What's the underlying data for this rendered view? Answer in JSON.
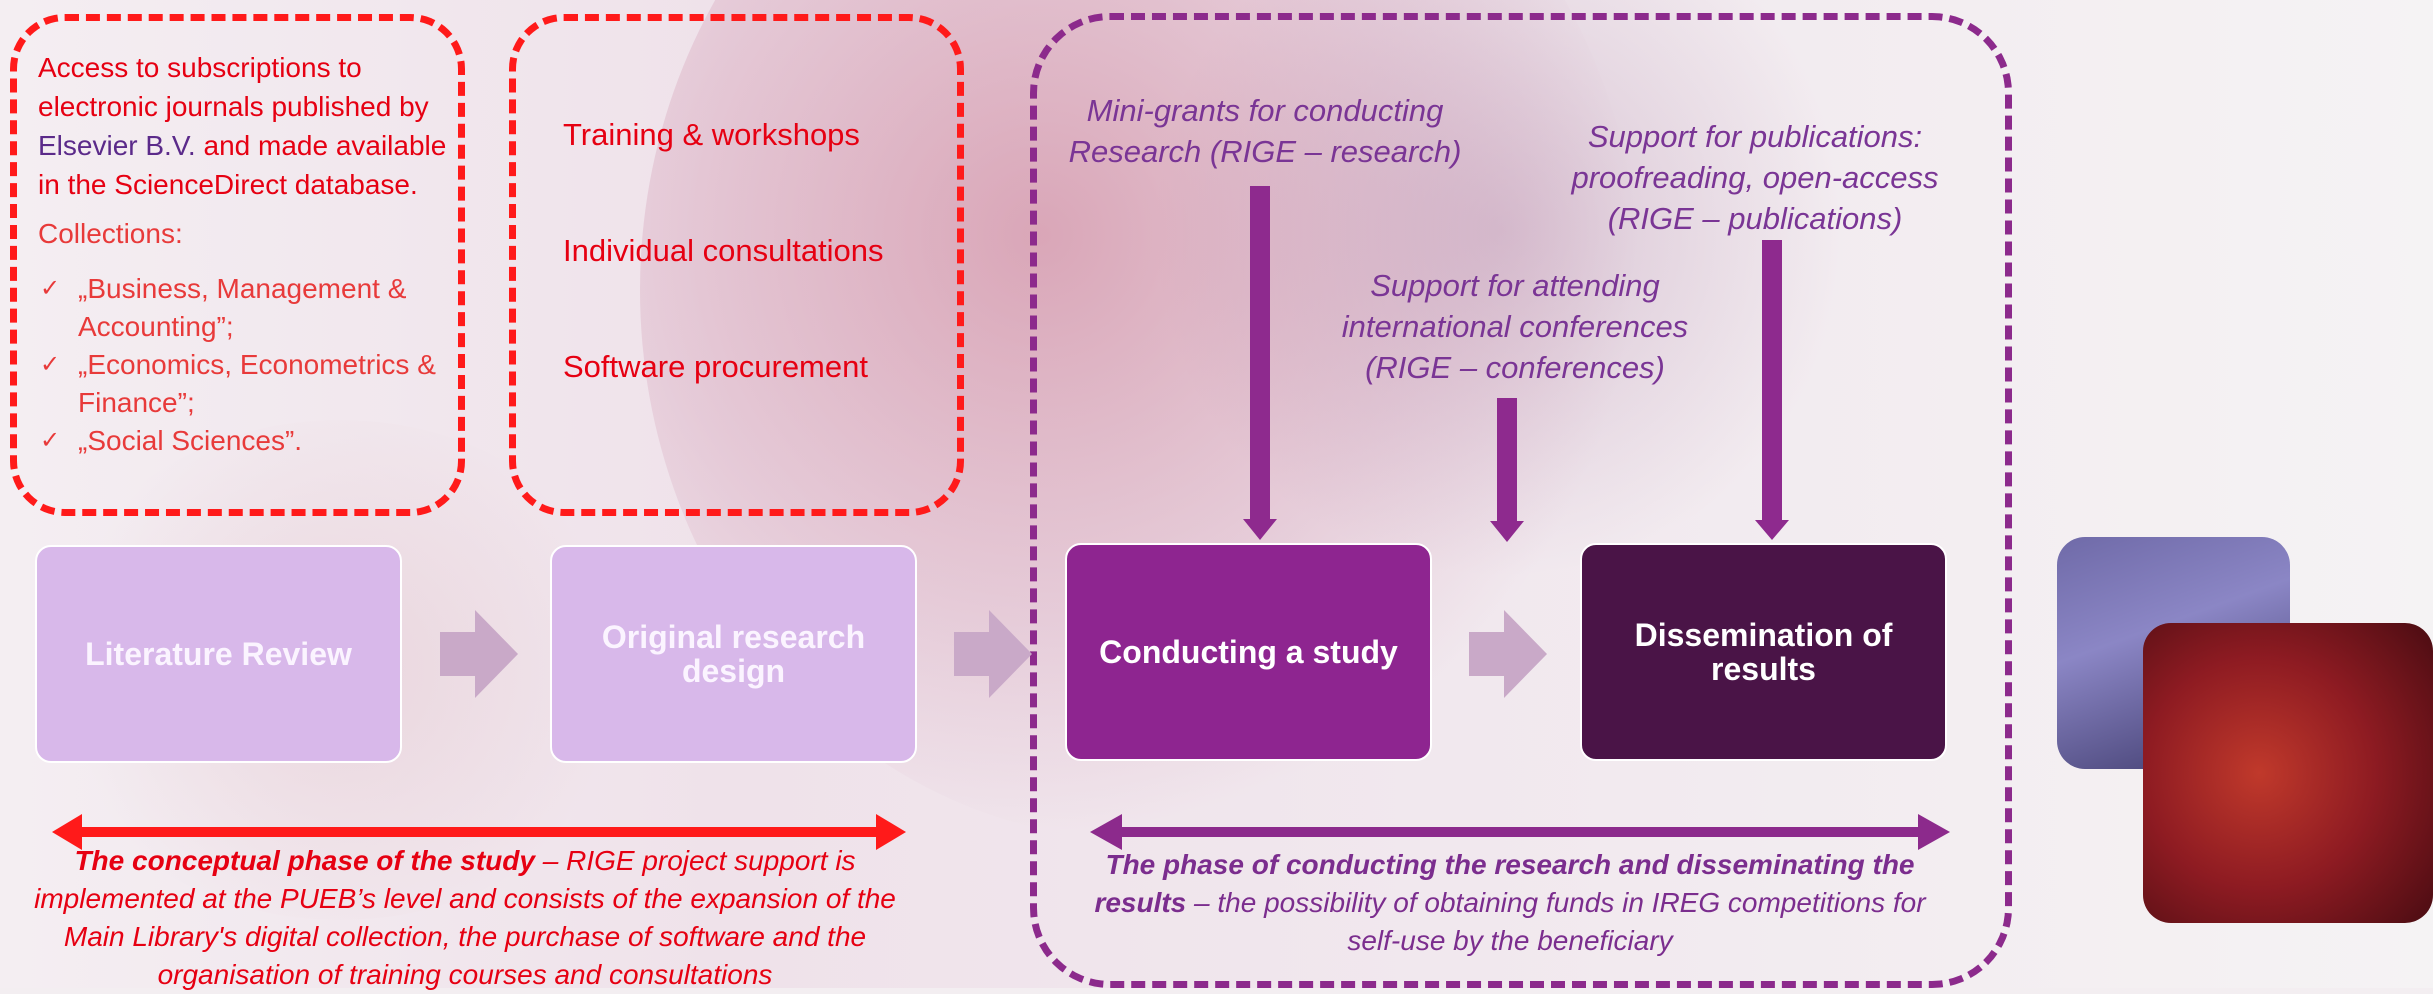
{
  "left_box": {
    "title_a": "Access to subscriptions to electronic journals published by ",
    "publisher": "Elsevier B.V.",
    "title_b": " and made available in the ScienceDirect database.",
    "collections_label": "Collections:",
    "collections": [
      "„Business, Management & Accounting”;",
      "„Economics, Econometrics & Finance”;",
      "„Social Sciences”."
    ],
    "check_glyph": "✓"
  },
  "services": [
    "Training & workshops",
    "Individual consultations",
    "Software procurement"
  ],
  "support": {
    "research": "Mini-grants for conducting Research (RIGE – research)",
    "conferences": "Support for attending international conferences (RIGE – conferences)",
    "publications": "Support for publications: proofreading, open-access (RIGE – publications)"
  },
  "steps": [
    "Literature Review",
    "Original research design",
    "Conducting a study",
    "Dissemination of results"
  ],
  "captions": {
    "red_bold": "The conceptual phase of the study",
    "red_rest": " –  RIGE project support is implemented at the PUEB’s level and consists of the expansion of the Main Library's digital collection, the purchase of software and the organisation of training courses and consultations",
    "purple_bold": "The phase of conducting the research and disseminating the results",
    "purple_rest": " – the possibility of obtaining funds in IREG competitions for self-use by the beneficiary"
  },
  "colors": {
    "red": "#e60012",
    "purple": "#8c2a8c",
    "step_light": "#d8b8ea",
    "step_mid": "#8e2590",
    "step_dark": "#4a1447",
    "chevron": "#c9a9c8"
  }
}
